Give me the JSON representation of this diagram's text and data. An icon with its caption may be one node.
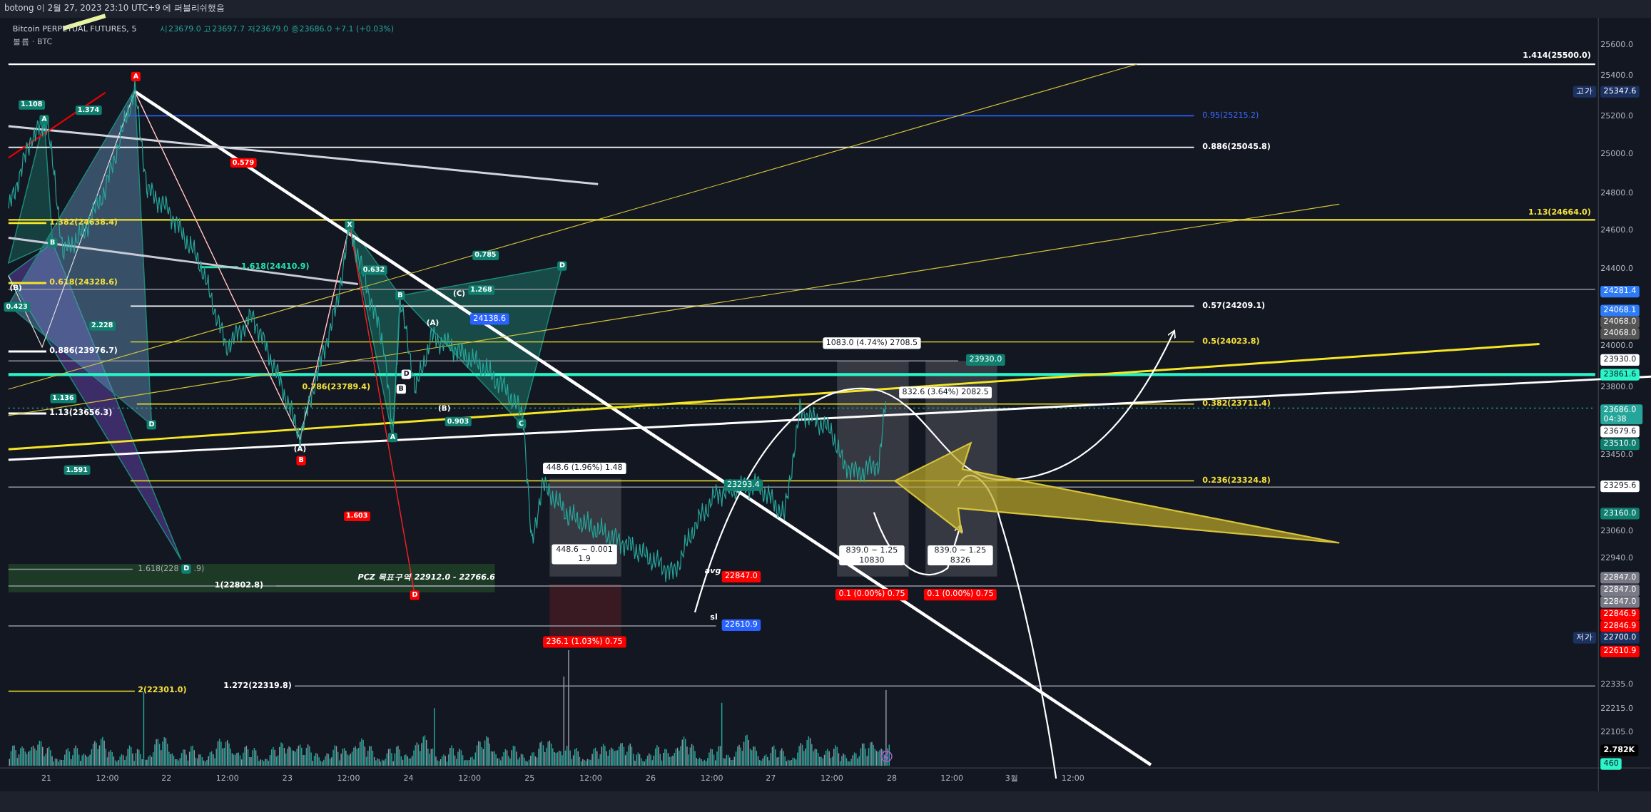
{
  "diagram": {
    "labels": [
      "botong 이 2월 27, 2023 23:10 UTC+9 에 퍼블리쉬했음",
      "Bitcoin PERPETUAL FUTURES, 5",
      "시23679.0 고23697.7 저23679.0 종23686.0 +7.1 (+0.03%)",
      "볼륨 · BTC",
      "1.414(25500.0)",
      "0.95(25215.2)",
      "0.886(25045.8)",
      "1.13(24664.0)",
      "1.382(24638.4)",
      "1.618(24410.9)",
      "0.618(24328.6)",
      "0.57(24209.1)",
      "0.5(24023.8)",
      "0.886(23976.7)",
      "0.786(23789.4)",
      "0.382(23711.4)",
      "1.13(23656.3)",
      "0.236(23324.8)",
      "1.618(228",
      ".9)",
      "1(22802.8)",
      "PCZ 목표구역 22912.0 - 22766.6",
      "avg",
      "sl",
      "1.272(22319.8)",
      "2(22301.0)",
      "1.108",
      "1.374",
      "A",
      "A",
      "0.579",
      "B",
      "X",
      "0.785",
      "D",
      "0.632",
      "(B)",
      "B",
      "(C)",
      "1.268",
      "0.423",
      "2.228",
      "(A)",
      "24138.6",
      "D",
      "B",
      "1.136",
      "(B)",
      "0.903",
      "D",
      "C",
      "A",
      "(A)",
      "B",
      "1.591",
      "1.603",
      "D",
      "D",
      "1083.0 (4.74%) 2708.5",
      "23930.0",
      "832.6 (3.64%) 2082.5",
      "448.6 (1.96%) 1.48",
      "23293.4",
      "448.6 ~ 0.001 1.9",
      "839.0 ~ 1.25 10830",
      "839.0 ~ 1.25 8326",
      "22847.0",
      "0.1 (0.00%) 0.75",
      "0.1 (0.00%) 0.75",
      "22610.9",
      "236.1 (1.03%) 0.75",
      "25600.0",
      "25400.0",
      "고가",
      "25347.6",
      "25200.0",
      "25000.0",
      "24800.0",
      "24600.0",
      "24400.0",
      "24281.4",
      "24068.1",
      "24068.0",
      "24068.0",
      "24000.0",
      "23930.0",
      "23861.6",
      "23800.0",
      "23686.0 04:38",
      "23679.6",
      "23510.0",
      "23450.0",
      "23295.6",
      "23160.0",
      "23060.0",
      "22940.0",
      "22847.0",
      "22847.0",
      "22847.0",
      "22846.9",
      "22846.9",
      "저가",
      "22700.0",
      "22610.9",
      "22335.0",
      "22215.0",
      "22105.0",
      "2.782K",
      "460",
      "21",
      "12:00",
      "22",
      "12:00",
      "23",
      "12:00",
      "24",
      "12:00",
      "25",
      "12:00",
      "26",
      "12:00",
      "27",
      "12:00",
      "28",
      "12:00",
      "3월",
      "12:00"
    ]
  }
}
